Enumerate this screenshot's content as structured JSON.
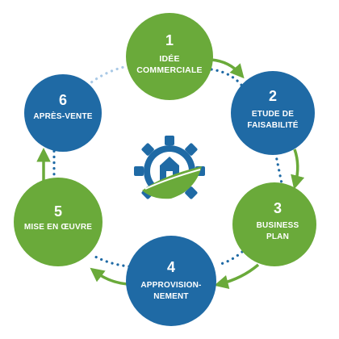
{
  "colors": {
    "green": "#6aaa3a",
    "blue": "#1f6aa5",
    "light_blue": "#a9c9e6",
    "arrow_green": "#6aaa3a",
    "dots_blue": "#1f6aa5",
    "gear_blue": "#1f6aa5",
    "gear_green": "#6aaa3a"
  },
  "center_icon": "gear-house-icon",
  "steps": [
    {
      "number": "1",
      "label_lines": [
        "IDÉE",
        "COMMERCIALE"
      ],
      "color": "green"
    },
    {
      "number": "2",
      "label_lines": [
        "ETUDE DE",
        "FAISABILITÉ"
      ],
      "color": "blue"
    },
    {
      "number": "3",
      "label_lines": [
        "BUSINESS",
        "PLAN"
      ],
      "color": "green"
    },
    {
      "number": "4",
      "label_lines": [
        "APPROVISION-",
        "NEMENT"
      ],
      "color": "blue"
    },
    {
      "number": "5",
      "label_lines": [
        "MISE EN ŒUVRE"
      ],
      "color": "green"
    },
    {
      "number": "6",
      "label_lines": [
        "APRÈS-VENTE"
      ],
      "color": "blue"
    }
  ]
}
